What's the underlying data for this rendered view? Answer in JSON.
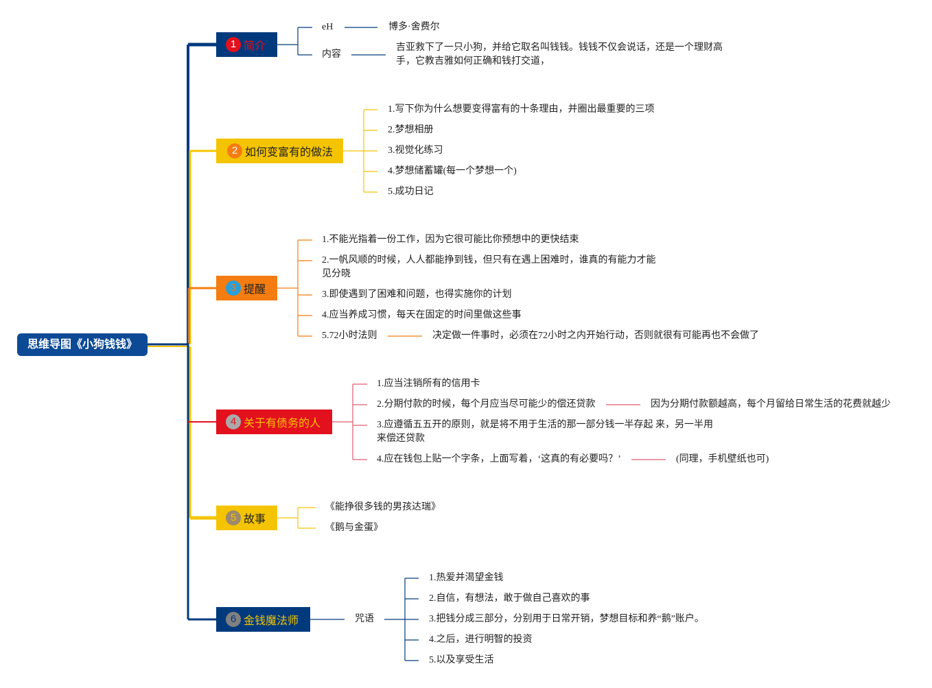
{
  "root": {
    "title": "思维导图《小狗钱钱》"
  },
  "branches": [
    {
      "num": "1",
      "label": "简介",
      "items": [
        {
          "key": "eH",
          "value": "博多·舍费尔"
        },
        {
          "key": "内容",
          "value": "吉亚救下了一只小狗，并给它取名叫钱钱。钱钱不仅会说话，还是一个理财高手，它教吉雅如何正确和钱打交道，"
        }
      ]
    },
    {
      "num": "2",
      "label": "如何变富有的做法",
      "items": [
        "1.写下你为什么想要变得富有的十条理由，并圈出最重要的三项",
        "2.梦想相册",
        "3.视觉化练习",
        "4.梦想储蓄罐(每一个梦想一个)",
        "5.成功日记"
      ]
    },
    {
      "num": "3",
      "label": "提醒",
      "items": [
        "1.不能光指着一份工作，因为它很可能比你预想中的更快结束",
        "2.一帆风顺的时候，人人都能挣到钱，但只有在遇上困难时，谁真的有能力才能见分晓",
        "3.即使遇到了困难和问题，也得实施你的计划",
        "4.应当养成习惯，每天在固定的时间里做这些事",
        "5.72小时法则"
      ],
      "note": "决定做一件事时，必须在72小时之内开始行动，否则就很有可能再也不会做了"
    },
    {
      "num": "4",
      "label": "关于有债务的人",
      "items": [
        "1.应当注销所有的信用卡",
        "2.分期付款的时候，每个月应当尽可能少的偿还贷款",
        "3.应遵循五五开的原则，就是将不用于生活的那一部分钱一半存起 来，另一半用来偿还贷款",
        "4.应在钱包上贴一个字条，上面写着，‘这真的有必要吗？’"
      ],
      "notes": [
        "因为分期付款额越高，每个月留给日常生活的花费就越少",
        "(同理，手机壁纸也可)"
      ]
    },
    {
      "num": "5",
      "label": "故事",
      "items": [
        "《能挣很多钱的男孩达瑞》",
        "《鹅与金蛋》"
      ]
    },
    {
      "num": "6",
      "label": "金钱魔法师",
      "sub": "咒语",
      "items": [
        "1.热爱并渴望金钱",
        "2.自信，有想法，敢于做自己喜欢的事",
        "3.把钱分成三部分，分别用于日常开销，梦想目标和养“鹅”账户。",
        "4.之后，进行明智的投资",
        "5.以及享受生活"
      ]
    }
  ],
  "colors": {
    "root": "#0c4a96",
    "navy": "#003a7d",
    "yellow": "#f5c400",
    "orange": "#f47c10",
    "red": "#e3101e",
    "b1_badge": "#e3101e",
    "b2_badge": "#f47c10",
    "b3_badge": "#2a9fd8",
    "b4_badge": "#a9a9a9",
    "b5_badge": "#9e8a6a",
    "b6_badge": "#808080",
    "line_b1": "#003a7d",
    "line_b2": "#f5c400",
    "line_b3": "#f47c10",
    "line_b4": "#e05a70",
    "line_b5": "#f5c400",
    "line_b6": "#003a7d"
  }
}
